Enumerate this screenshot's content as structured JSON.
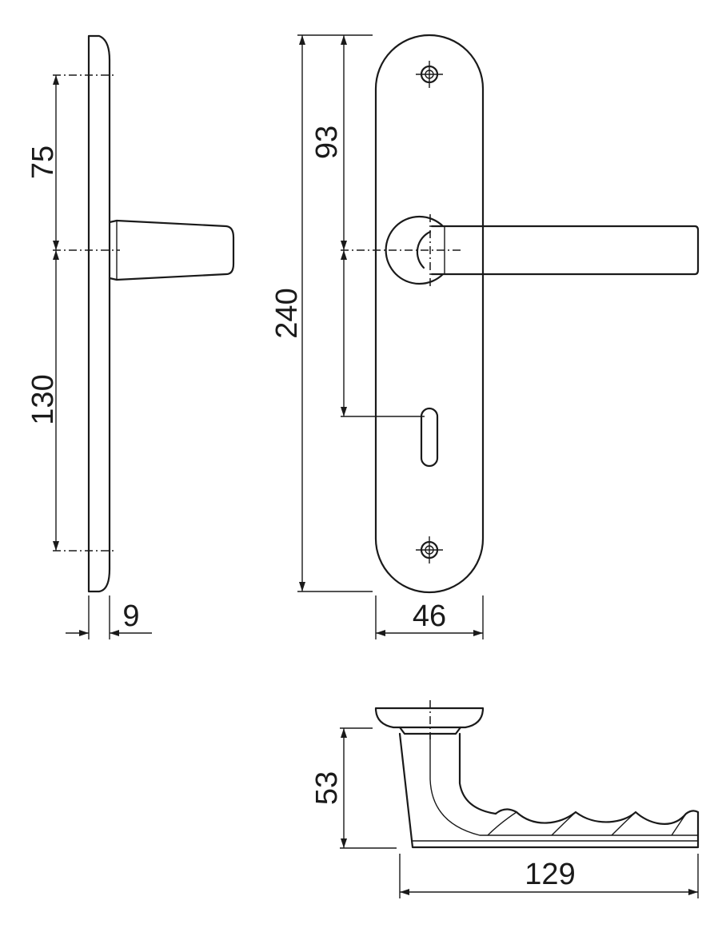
{
  "dimensions": {
    "side_top_to_spindle": "75",
    "side_spindle_to_bottom": "130",
    "side_thickness": "9",
    "front_total_height": "240",
    "front_spindle_to_key": "93",
    "front_width": "46",
    "lever_height": "53",
    "lever_length": "129"
  }
}
